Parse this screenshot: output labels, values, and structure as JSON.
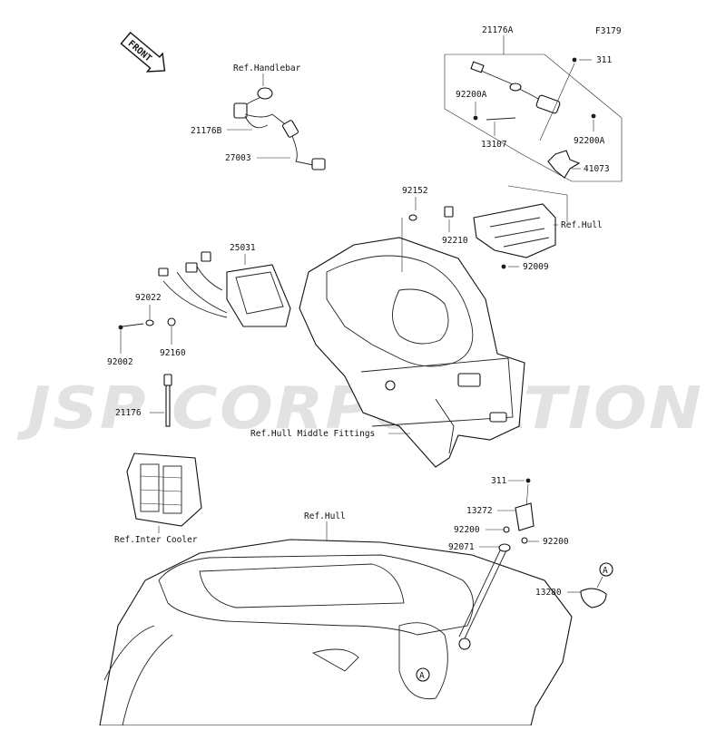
{
  "figure_code": "F3179",
  "front_label": "FRONT",
  "watermark": "JSP CORPORATION",
  "labels": {
    "p21176A": "21176A",
    "p311_top": "311",
    "p92200A_1": "92200A",
    "p92200A_2": "92200A",
    "p13107": "13107",
    "p41073": "41073",
    "ref_handlebar": "Ref.Handlebar",
    "p21176B": "21176B",
    "p27003": "27003",
    "p92152": "92152",
    "p92210": "92210",
    "ref_hull_top": "Ref.Hull",
    "p92009": "92009",
    "p25031": "25031",
    "p92022": "92022",
    "p92002": "92002",
    "p92160": "92160",
    "p21176": "21176",
    "ref_hull_middle": "Ref.Hull Middle Fittings",
    "ref_inter_cooler": "Ref.Inter Cooler",
    "p311_bottom": "311",
    "p13272": "13272",
    "p92200_1": "92200",
    "p92200_2": "92200",
    "p92071": "92071",
    "ref_hull_bottom": "Ref.Hull",
    "p13280": "13280",
    "callout_a1": "A",
    "callout_a2": "A"
  }
}
